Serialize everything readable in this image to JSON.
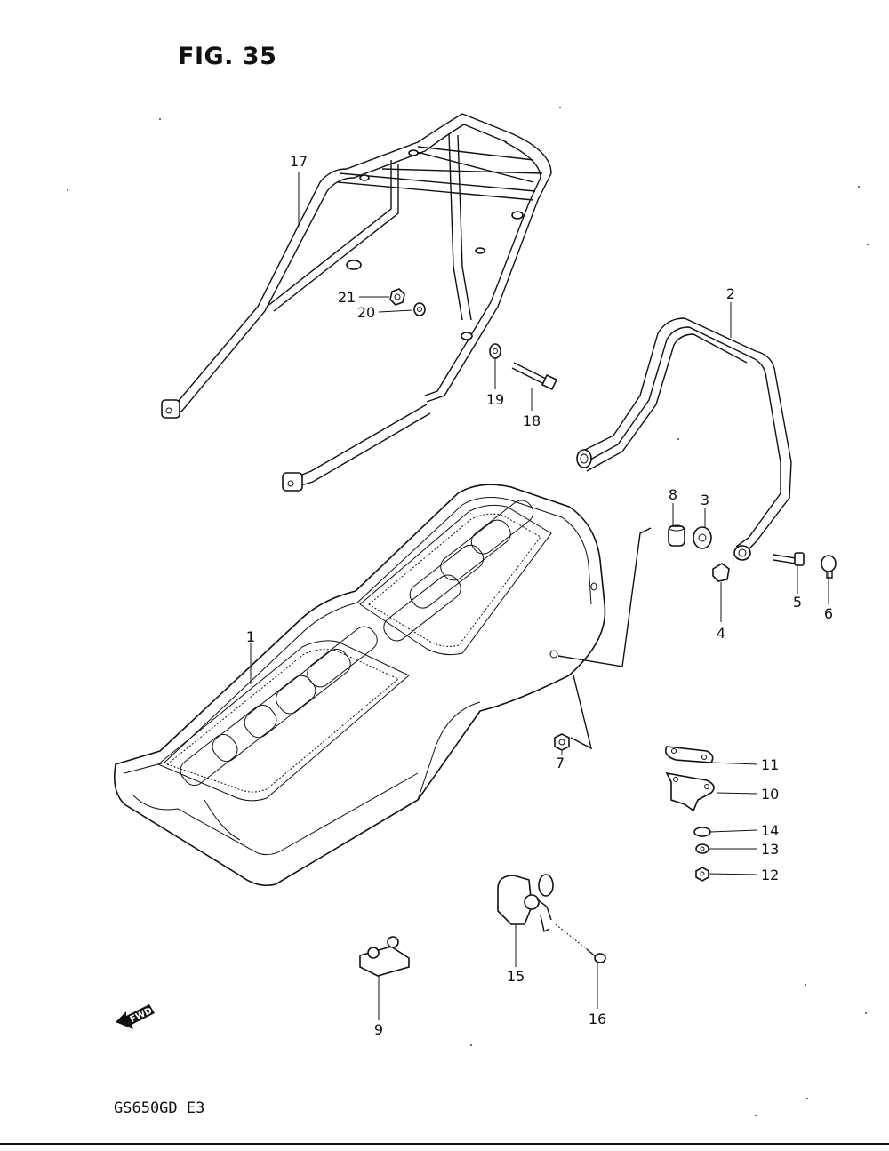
{
  "figure": {
    "title": "FIG. 35"
  },
  "model": {
    "code": "GS650GD E3"
  },
  "fwd_label": "FWD",
  "callouts": [
    "1",
    "2",
    "3",
    "4",
    "5",
    "6",
    "7",
    "8",
    "9",
    "10",
    "11",
    "12",
    "13",
    "14",
    "15",
    "16",
    "17",
    "18",
    "19",
    "20",
    "21"
  ]
}
